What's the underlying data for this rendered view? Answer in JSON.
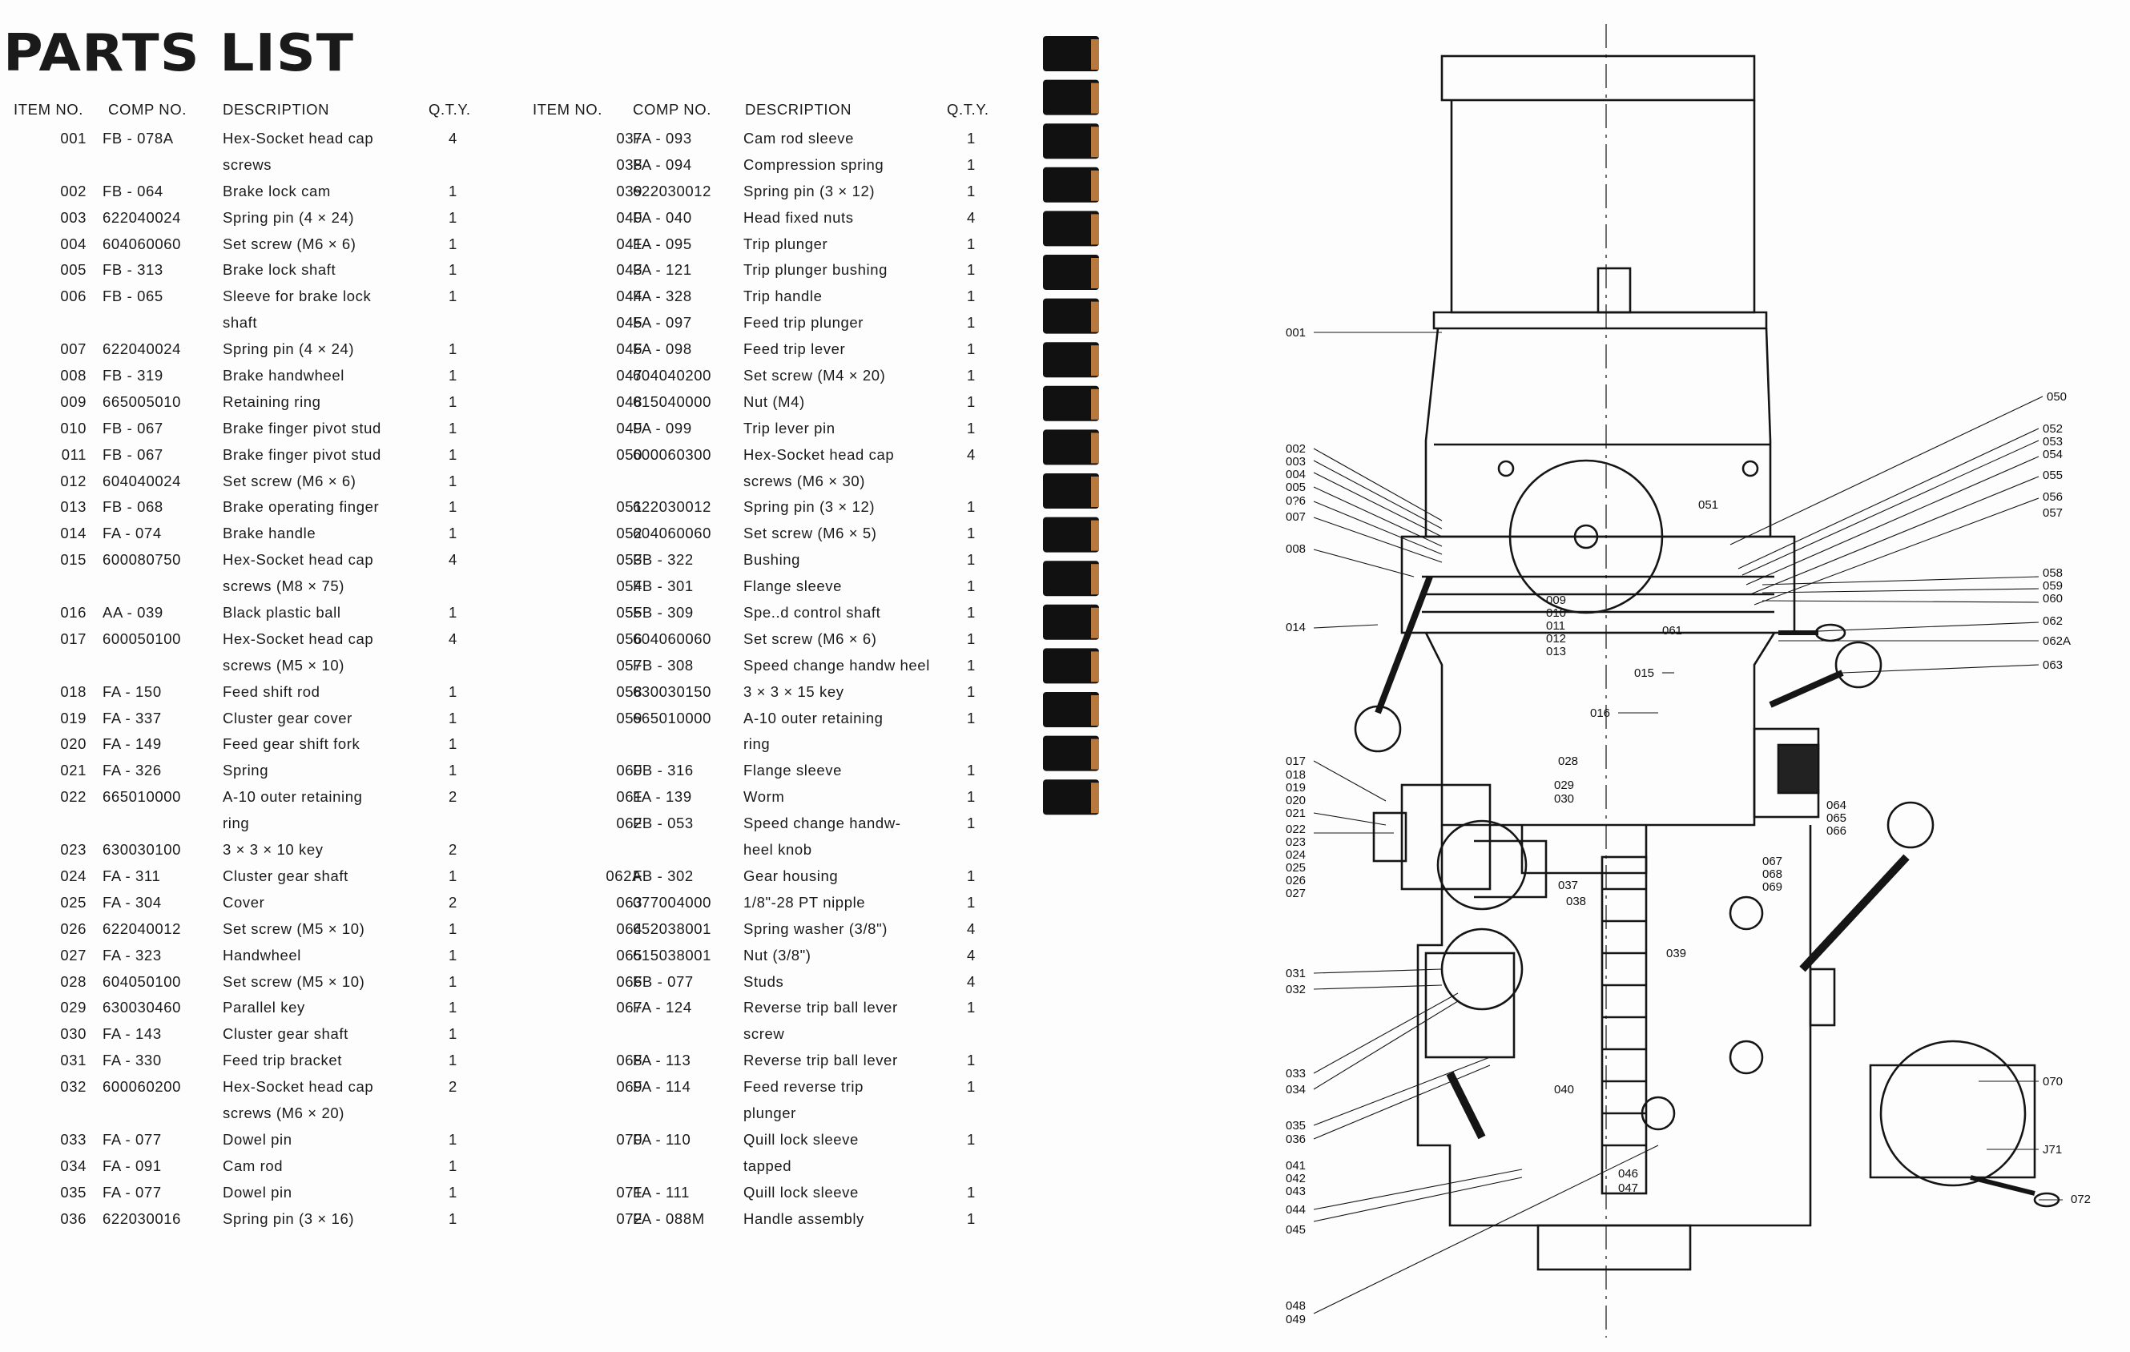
{
  "title": "PARTS LIST",
  "headers": {
    "item": "ITEM NO.",
    "comp": "COMP NO.",
    "desc": "DESCRIPTION",
    "qty": "Q.T.Y."
  },
  "left_rows": [
    {
      "item": "001",
      "comp": "FB - 078A",
      "desc": "Hex-Socket head cap",
      "qty": "4"
    },
    {
      "item": "",
      "comp": "",
      "desc": "screws",
      "qty": ""
    },
    {
      "item": "002",
      "comp": "FB - 064",
      "desc": "Brake lock cam",
      "qty": "1"
    },
    {
      "item": "003",
      "comp": "622040024",
      "desc": "Spring pin (4 × 24)",
      "qty": "1"
    },
    {
      "item": "004",
      "comp": "604060060",
      "desc": "Set screw (M6 × 6)",
      "qty": "1"
    },
    {
      "item": "005",
      "comp": "FB - 313",
      "desc": "Brake lock shaft",
      "qty": "1"
    },
    {
      "item": "006",
      "comp": "FB - 065",
      "desc": "Sleeve for brake lock",
      "qty": "1"
    },
    {
      "item": "",
      "comp": "",
      "desc": "shaft",
      "qty": ""
    },
    {
      "item": "007",
      "comp": "622040024",
      "desc": "Spring pin (4 × 24)",
      "qty": "1"
    },
    {
      "item": "008",
      "comp": "FB - 319",
      "desc": "Brake handwheel",
      "qty": "1"
    },
    {
      "item": "009",
      "comp": "665005010",
      "desc": "Retaining ring",
      "qty": "1"
    },
    {
      "item": "010",
      "comp": "FB - 067",
      "desc": "Brake finger pivot stud",
      "qty": "1"
    },
    {
      "item": "011",
      "comp": "FB - 067",
      "desc": "Brake finger pivot stud",
      "qty": "1"
    },
    {
      "item": "012",
      "comp": "604040024",
      "desc": "Set screw (M6 × 6)",
      "qty": "1"
    },
    {
      "item": "013",
      "comp": "FB - 068",
      "desc": "Brake operating finger",
      "qty": "1"
    },
    {
      "item": "014",
      "comp": "FA - 074",
      "desc": "Brake handle",
      "qty": "1"
    },
    {
      "item": "015",
      "comp": "600080750",
      "desc": "Hex-Socket head cap",
      "qty": "4"
    },
    {
      "item": "",
      "comp": "",
      "desc": "screws (M8 × 75)",
      "qty": ""
    },
    {
      "item": "016",
      "comp": "AA - 039",
      "desc": "Black plastic ball",
      "qty": "1"
    },
    {
      "item": "017",
      "comp": "600050100",
      "desc": "Hex-Socket head cap",
      "qty": "4"
    },
    {
      "item": "",
      "comp": "",
      "desc": "screws (M5 × 10)",
      "qty": ""
    },
    {
      "item": "018",
      "comp": "FA - 150",
      "desc": "Feed shift rod",
      "qty": "1"
    },
    {
      "item": "019",
      "comp": "FA - 337",
      "desc": "Cluster gear cover",
      "qty": "1"
    },
    {
      "item": "020",
      "comp": "FA - 149",
      "desc": "Feed gear shift fork",
      "qty": "1"
    },
    {
      "item": "021",
      "comp": "FA - 326",
      "desc": "Spring",
      "qty": "1"
    },
    {
      "item": "022",
      "comp": "665010000",
      "desc": "A-10 outer retaining",
      "qty": "2"
    },
    {
      "item": "",
      "comp": "",
      "desc": "ring",
      "qty": ""
    },
    {
      "item": "023",
      "comp": "630030100",
      "desc": "3 × 3 × 10 key",
      "qty": "2"
    },
    {
      "item": "024",
      "comp": "FA - 311",
      "desc": "Cluster gear shaft",
      "qty": "1"
    },
    {
      "item": "025",
      "comp": "FA - 304",
      "desc": "Cover",
      "qty": "2"
    },
    {
      "item": "026",
      "comp": "622040012",
      "desc": "Set screw (M5 × 10)",
      "qty": "1"
    },
    {
      "item": "027",
      "comp": "FA - 323",
      "desc": "Handwheel",
      "qty": "1"
    },
    {
      "item": "028",
      "comp": "604050100",
      "desc": "Set screw (M5 × 10)",
      "qty": "1"
    },
    {
      "item": "029",
      "comp": "630030460",
      "desc": "Parallel key",
      "qty": "1"
    },
    {
      "item": "030",
      "comp": "FA - 143",
      "desc": "Cluster gear shaft",
      "qty": "1"
    },
    {
      "item": "031",
      "comp": "FA - 330",
      "desc": "Feed trip bracket",
      "qty": "1"
    },
    {
      "item": "032",
      "comp": "600060200",
      "desc": "Hex-Socket head cap",
      "qty": "2"
    },
    {
      "item": "",
      "comp": "",
      "desc": "screws (M6 × 20)",
      "qty": ""
    },
    {
      "item": "033",
      "comp": "FA - 077",
      "desc": "Dowel pin",
      "qty": "1"
    },
    {
      "item": "034",
      "comp": "FA - 091",
      "desc": "Cam rod",
      "qty": "1"
    },
    {
      "item": "035",
      "comp": "FA - 077",
      "desc": "Dowel pin",
      "qty": "1"
    },
    {
      "item": "036",
      "comp": "622030016",
      "desc": "Spring pin (3 × 16)",
      "qty": "1"
    }
  ],
  "right_rows": [
    {
      "item": "037",
      "comp": "FA - 093",
      "desc": "Cam rod sleeve",
      "qty": "1"
    },
    {
      "item": "038",
      "comp": "FA - 094",
      "desc": "Compression spring",
      "qty": "1"
    },
    {
      "item": "039",
      "comp": "622030012",
      "desc": "Spring pin (3 × 12)",
      "qty": "1"
    },
    {
      "item": "040",
      "comp": "FA - 040",
      "desc": "Head fixed nuts",
      "qty": "4"
    },
    {
      "item": "041",
      "comp": "FA - 095",
      "desc": "Trip plunger",
      "qty": "1"
    },
    {
      "item": "043",
      "comp": "FA - 121",
      "desc": "Trip plunger bushing",
      "qty": "1"
    },
    {
      "item": "044",
      "comp": "FA - 328",
      "desc": "Trip handle",
      "qty": "1"
    },
    {
      "item": "045",
      "comp": "FA - 097",
      "desc": "Feed trip plunger",
      "qty": "1"
    },
    {
      "item": "046",
      "comp": "FA - 098",
      "desc": "Feed trip lever",
      "qty": "1"
    },
    {
      "item": "047",
      "comp": "604040200",
      "desc": "Set screw (M4 × 20)",
      "qty": "1"
    },
    {
      "item": "048",
      "comp": "615040000",
      "desc": "Nut (M4)",
      "qty": "1"
    },
    {
      "item": "049",
      "comp": "FA - 099",
      "desc": "Trip lever pin",
      "qty": "1"
    },
    {
      "item": "050",
      "comp": "600060300",
      "desc": "Hex-Socket head cap",
      "qty": "4"
    },
    {
      "item": "",
      "comp": "",
      "desc": "screws (M6 × 30)",
      "qty": ""
    },
    {
      "item": "051",
      "comp": "622030012",
      "desc": "Spring pin (3 × 12)",
      "qty": "1"
    },
    {
      "item": "052",
      "comp": "604060060",
      "desc": "Set screw (M6 × 5)",
      "qty": "1"
    },
    {
      "item": "053",
      "comp": "FB - 322",
      "desc": "Bushing",
      "qty": "1"
    },
    {
      "item": "054",
      "comp": "FB - 301",
      "desc": "Flange sleeve",
      "qty": "1"
    },
    {
      "item": "055",
      "comp": "FB - 309",
      "desc": "Spe..d control shaft",
      "qty": "1"
    },
    {
      "item": "056",
      "comp": "604060060",
      "desc": "Set screw (M6 × 6)",
      "qty": "1"
    },
    {
      "item": "057",
      "comp": "FB - 308",
      "desc": "Speed change handw heel",
      "qty": "1"
    },
    {
      "item": "058",
      "comp": "630030150",
      "desc": "3 × 3 × 15 key",
      "qty": "1"
    },
    {
      "item": "059",
      "comp": "665010000",
      "desc": "A-10 outer retaining",
      "qty": "1"
    },
    {
      "item": "",
      "comp": "",
      "desc": "ring",
      "qty": ""
    },
    {
      "item": "060",
      "comp": "FB - 316",
      "desc": "Flange sleeve",
      "qty": "1"
    },
    {
      "item": "061",
      "comp": "FA - 139",
      "desc": "Worm",
      "qty": "1"
    },
    {
      "item": "062",
      "comp": "FB - 053",
      "desc": "Speed change handw-",
      "qty": "1"
    },
    {
      "item": "",
      "comp": "",
      "desc": "heel knob",
      "qty": ""
    },
    {
      "item": "062A",
      "comp": "FB - 302",
      "desc": "Gear housing",
      "qty": "1"
    },
    {
      "item": "063",
      "comp": "077004000",
      "desc": "1/8\"-28 PT nipple",
      "qty": "1"
    },
    {
      "item": "064",
      "comp": "652038001",
      "desc": "Spring washer (3/8\")",
      "qty": "4"
    },
    {
      "item": "065",
      "comp": "615038001",
      "desc": "Nut (3/8\")",
      "qty": "4"
    },
    {
      "item": "066",
      "comp": "FB - 077",
      "desc": "Studs",
      "qty": "4"
    },
    {
      "item": "067",
      "comp": "FA - 124",
      "desc": "Reverse trip ball lever",
      "qty": "1"
    },
    {
      "item": "",
      "comp": "",
      "desc": "screw",
      "qty": ""
    },
    {
      "item": "068",
      "comp": "FA - 113",
      "desc": "Reverse trip ball lever",
      "qty": "1"
    },
    {
      "item": "069",
      "comp": "FA - 114",
      "desc": "Feed reverse trip",
      "qty": "1"
    },
    {
      "item": "",
      "comp": "",
      "desc": "plunger",
      "qty": ""
    },
    {
      "item": "070",
      "comp": "FA - 110",
      "desc": "Quill lock sleeve",
      "qty": "1"
    },
    {
      "item": "",
      "comp": "",
      "desc": "tapped",
      "qty": ""
    },
    {
      "item": "071",
      "comp": "FA - 111",
      "desc": "Quill lock sleeve",
      "qty": "1"
    },
    {
      "item": "072",
      "comp": "FA - 088M",
      "desc": "Handle assembly",
      "qty": "1"
    }
  ],
  "diagram_labels": {
    "c001": "001",
    "c002": "002",
    "c003": "003",
    "c004": "004",
    "c005": "005",
    "c006": "0?6",
    "c007": "007",
    "c008": "008",
    "c009": "009",
    "c010": "010",
    "c011": "011",
    "c012": "012",
    "c013": "013",
    "c014": "014",
    "c015": "015",
    "c016": "016",
    "c017": "017",
    "c018": "018",
    "c019": "019",
    "c020": "020",
    "c021": "021",
    "c022": "022",
    "c023": "023",
    "c024": "024",
    "c025": "025",
    "c026": "026",
    "c027": "027",
    "c028": "028",
    "c029": "029",
    "c030": "030",
    "c031": "031",
    "c032": "032",
    "c033": "033",
    "c034": "034",
    "c035": "035",
    "c036": "036",
    "c037": "037",
    "c038": "038",
    "c039": "039",
    "c040": "040",
    "c041": "041",
    "c042": "042",
    "c043": "043",
    "c044": "044",
    "c045": "045",
    "c046": "046",
    "c047": "047",
    "c048": "048",
    "c049": "049",
    "c050": "050",
    "c051": "051",
    "c052": "052",
    "c053": "053",
    "c054": "054",
    "c055": "055",
    "c056": "056",
    "c057": "057",
    "c058": "058",
    "c059": "059",
    "c060": "060",
    "c061": "061",
    "c062": "062",
    "c062a": "062A",
    "c063": "063",
    "c064": "064",
    "c065": "065",
    "c066": "066",
    "c067": "067",
    "c068": "068",
    "c069": "069",
    "c070": "070",
    "c071": "J71",
    "c072": "072"
  }
}
